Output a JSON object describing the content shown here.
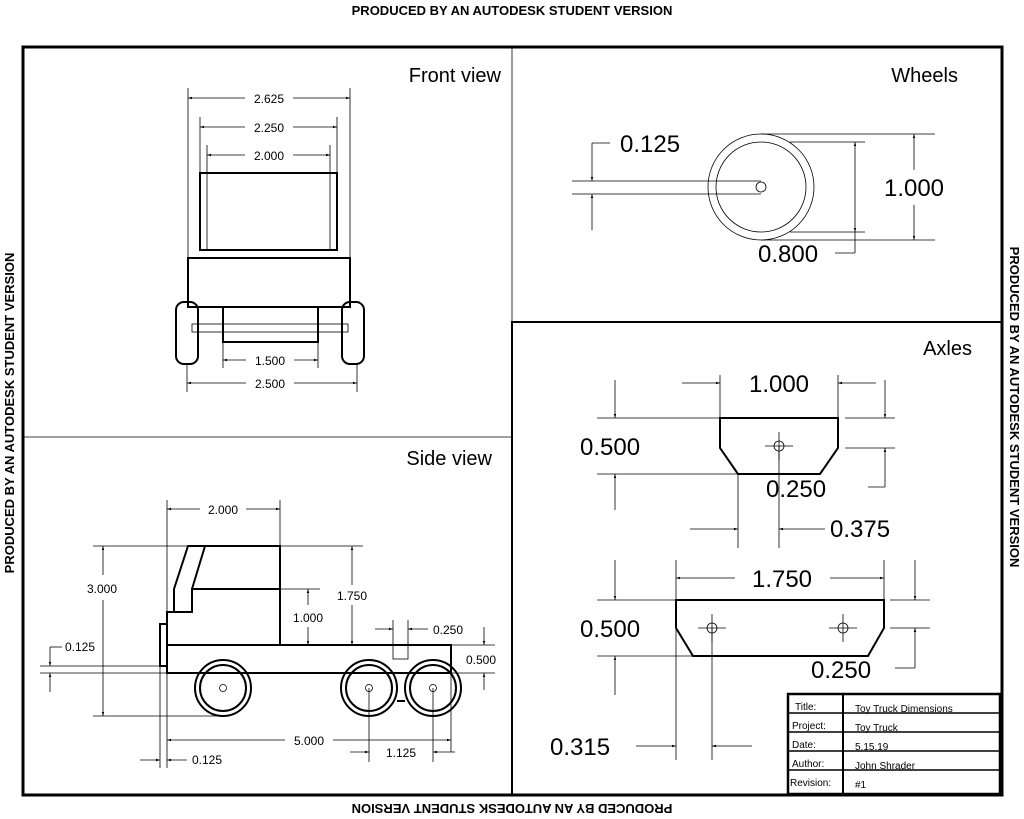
{
  "watermark": "PRODUCED BY AN AUTODESK STUDENT VERSION",
  "front_view": {
    "title": "Front view",
    "dims": [
      "2.625",
      "2.250",
      "2.000",
      "1.500",
      "2.500"
    ]
  },
  "wheels": {
    "title": "Wheels",
    "dims": [
      "0.125",
      "1.000",
      "0.800"
    ]
  },
  "side_view": {
    "title": "Side view",
    "dims": [
      "2.000",
      "3.000",
      "1.750",
      "1.000",
      "0.250",
      "0.125",
      "0.500",
      "5.000",
      "1.125",
      "0.125"
    ]
  },
  "axles": {
    "title": "Axles",
    "dims": [
      "1.000",
      "0.500",
      "0.250",
      "0.375",
      "1.750",
      "0.500",
      "0.250",
      "0.315"
    ]
  },
  "title_block": {
    "rows": [
      {
        "label": "Title:",
        "value": "Toy Truck Dimensions"
      },
      {
        "label": "Project:",
        "value": "Toy Truck"
      },
      {
        "label": "Date:",
        "value": "5.15.19"
      },
      {
        "label": "Author:",
        "value": "John Shrader"
      },
      {
        "label": "Revision:",
        "value": "#1"
      }
    ]
  }
}
